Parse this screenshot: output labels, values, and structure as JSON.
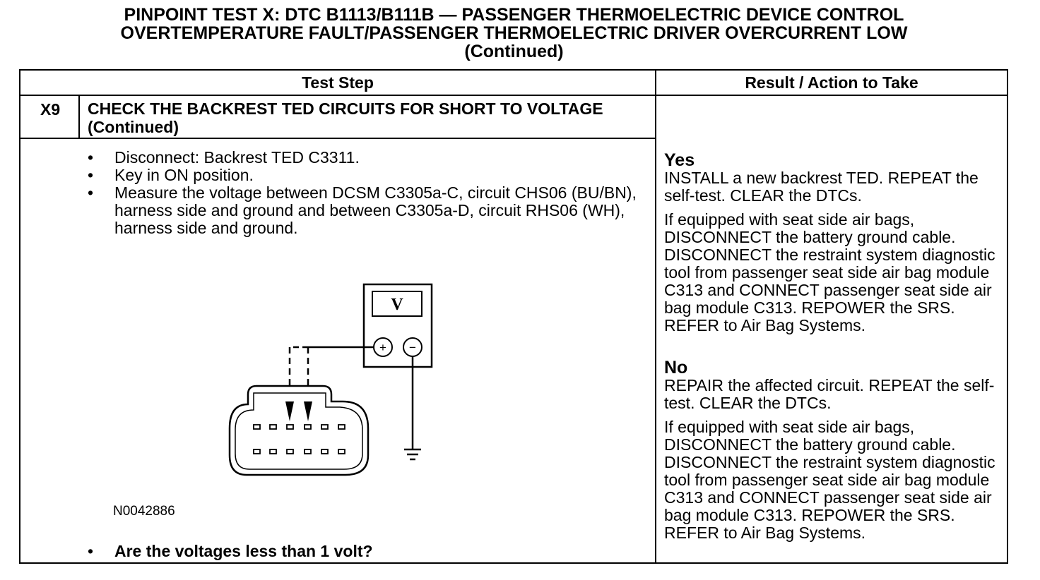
{
  "title": {
    "line1": "PINPOINT TEST  X: DTC B1113/B111B — PASSENGER THERMOELECTRIC DEVICE CONTROL",
    "line2": "OVERTEMPERATURE FAULT/PASSENGER THERMOELECTRIC DRIVER OVERCURRENT LOW",
    "line3": "(Continued)"
  },
  "table": {
    "col_test_step": "Test Step",
    "col_result": "Result / Action to Take"
  },
  "step": {
    "id": "X9",
    "title": "CHECK THE BACKREST TED CIRCUITS FOR SHORT TO VOLTAGE (Continued)",
    "bullet_glyph": "•",
    "bullets": [
      "Disconnect: Backrest TED C3311.",
      "Key in ON position.",
      "Measure the voltage between DCSM C3305a-C, circuit CHS06 (BU/BN), harness side and ground and between C3305a-D, circuit RHS06 (WH), harness side and ground."
    ],
    "figure_id": "N0042886",
    "question": "Are the voltages less than 1 volt?"
  },
  "diagram": {
    "meter_symbol": "V",
    "plus_symbol": "+",
    "minus_symbol": "−"
  },
  "result": {
    "yes": {
      "label": "Yes",
      "action": "INSTALL a new backrest TED. REPEAT the self-test. CLEAR the DTCs.",
      "note": "If equipped with seat side air bags, DISCONNECT the battery ground cable. DISCONNECT the restraint system diagnostic tool from passenger seat side air bag module C313 and CONNECT passenger seat side air bag module C313. REPOWER the SRS. REFER  to Air Bag Systems."
    },
    "no": {
      "label": "No",
      "action": "REPAIR the affected circuit. REPEAT the self-test. CLEAR the DTCs.",
      "note": "If equipped with seat side air bags, DISCONNECT the battery ground cable. DISCONNECT the restraint system diagnostic tool from passenger seat side air bag module C313 and CONNECT passenger seat side air bag module C313. REPOWER the SRS. REFER  to Air Bag Systems."
    }
  }
}
